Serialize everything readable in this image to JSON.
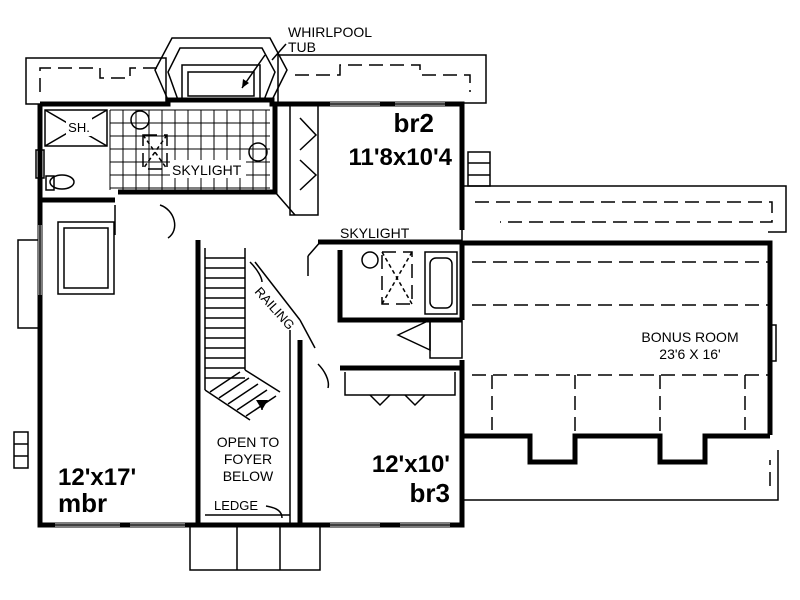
{
  "labels": {
    "whirlpool_line1": "WHIRLPOOL",
    "whirlpool_line2": "TUB",
    "shower": "SH.",
    "skylight_upper": "SKYLIGHT",
    "skylight_lower": "SKYLIGHT",
    "railing": "RAILING",
    "open_line1": "OPEN TO",
    "open_line2": "FOYER",
    "open_line3": "BELOW",
    "ledge": "LEDGE",
    "bonus_name": "BONUS ROOM",
    "bonus_size": "23'6 X 16'"
  },
  "rooms": {
    "br2": {
      "name": "br2",
      "size": "11'8x10'4"
    },
    "mbr": {
      "name": "mbr",
      "size": "12'x17'"
    },
    "br3": {
      "name": "br3",
      "size": "12'x10'"
    }
  }
}
